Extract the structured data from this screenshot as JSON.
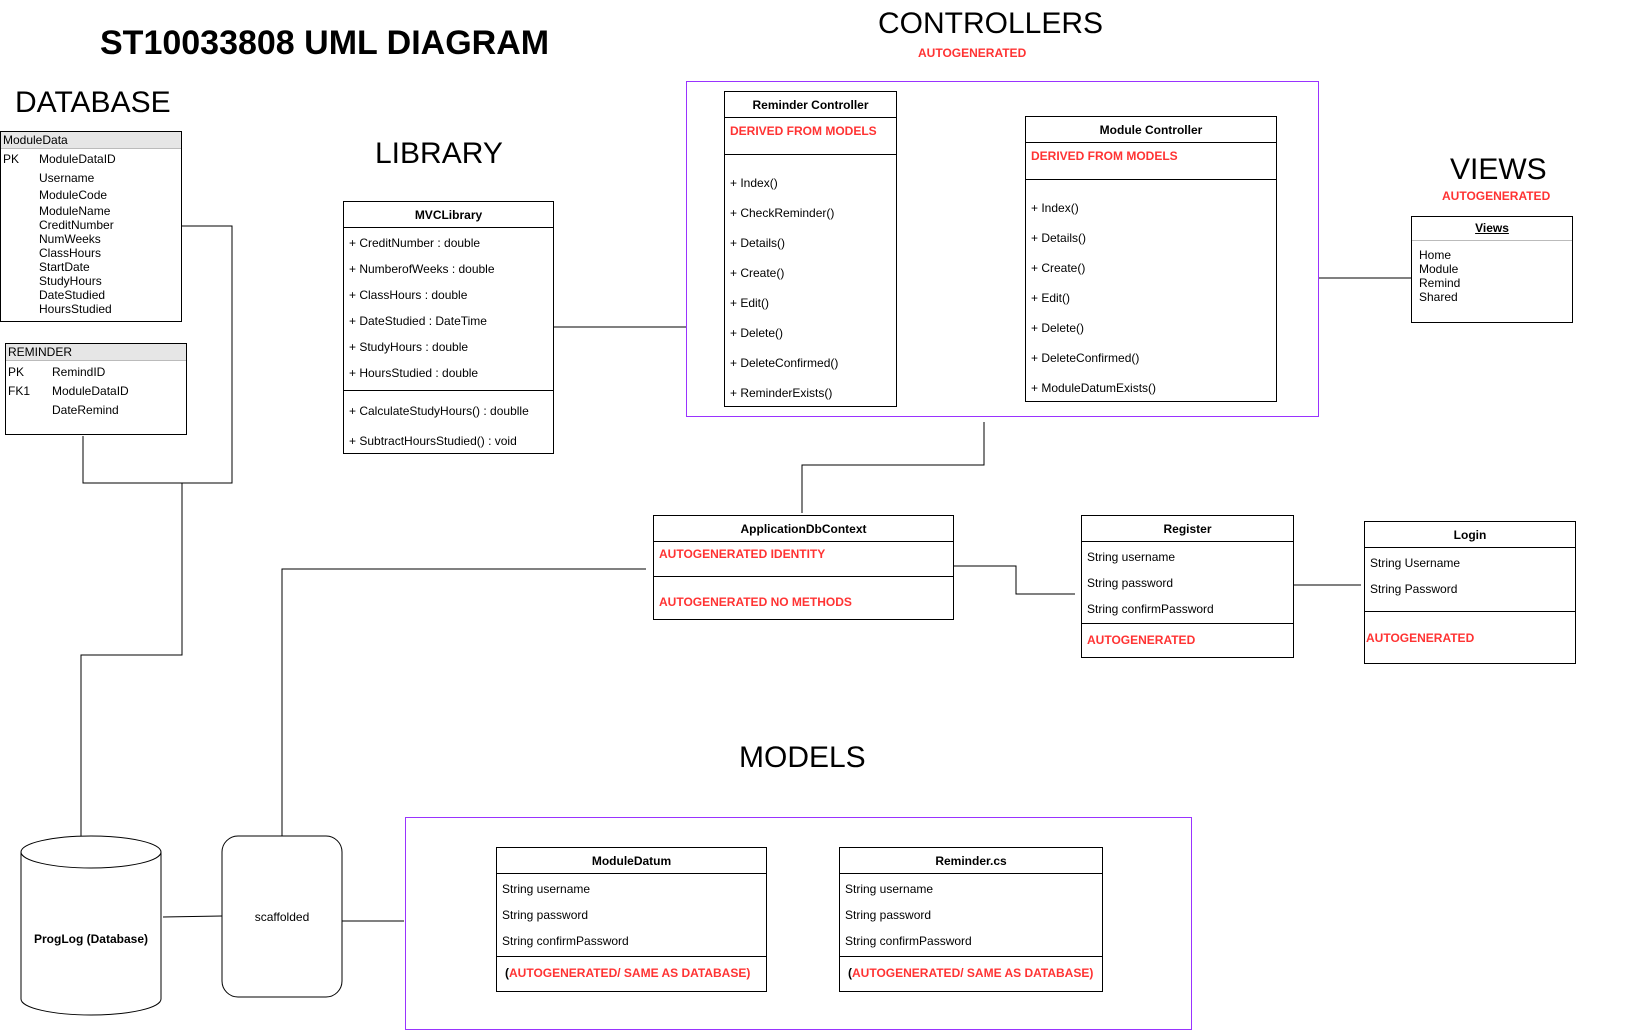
{
  "title": "ST10033808 UML DIAGRAM",
  "sections": {
    "database": "DATABASE",
    "library": "LIBRARY",
    "controllers": "CONTROLLERS",
    "controllers_note": "AUTOGENERATED",
    "views": "VIEWS",
    "views_note": "AUTOGENERATED",
    "models": "MODELS"
  },
  "module_data_table": {
    "name": "ModuleData",
    "rows": [
      {
        "key": "PK",
        "field": "ModuleDataID"
      },
      {
        "key": "",
        "field": "Username"
      },
      {
        "key": "",
        "field": "ModuleCode"
      },
      {
        "key": "",
        "field": "ModuleName"
      },
      {
        "key": "",
        "field": "CreditNumber"
      },
      {
        "key": "",
        "field": "NumWeeks"
      },
      {
        "key": "",
        "field": "ClassHours"
      },
      {
        "key": "",
        "field": "StartDate"
      },
      {
        "key": "",
        "field": "StudyHours"
      },
      {
        "key": "",
        "field": "DateStudied"
      },
      {
        "key": "",
        "field": "HoursStudied"
      }
    ]
  },
  "reminder_table": {
    "name": "REMINDER",
    "rows": [
      {
        "key": "PK",
        "field": "RemindID"
      },
      {
        "key": "FK1",
        "field": "ModuleDataID"
      },
      {
        "key": "",
        "field": "DateRemind"
      }
    ]
  },
  "mvc_library": {
    "name": "MVCLibrary",
    "attributes": [
      "+ CreditNumber : double",
      "+ NumberofWeeks : double",
      "+ ClassHours : double",
      "+ DateStudied : DateTime",
      "+ StudyHours : double",
      "+ HoursStudied : double"
    ],
    "methods": [
      "+ CalculateStudyHours() : doublle",
      "+ SubtractHoursStudied() : void"
    ]
  },
  "reminder_controller": {
    "name": "Reminder Controller",
    "note": "DERIVED FROM MODELS",
    "methods": [
      "+ Index()",
      "+ CheckReminder()",
      "+  Details()",
      "+ Create()",
      "+ Edit()",
      "+ Delete()",
      "+ DeleteConfirmed()",
      "+ ReminderExists()"
    ]
  },
  "module_controller": {
    "name": "Module Controller",
    "note": "DERIVED FROM MODELS",
    "methods": [
      "+ Index()",
      "+  Details()",
      "+ Create()",
      "+ Edit()",
      "+ Delete()",
      "+ DeleteConfirmed()",
      "+ ModuleDatumExists()"
    ]
  },
  "views_box": {
    "name": "Views",
    "items": [
      "Home",
      "Module",
      "Remind",
      "Shared"
    ]
  },
  "app_db_context": {
    "name": "ApplicationDbContext",
    "attributes_note": "AUTOGENERATED IDENTITY",
    "methods_note": "AUTOGENERATED NO METHODS"
  },
  "register": {
    "name": "Register",
    "attributes": [
      "String username",
      "String password",
      "String confirmPassword"
    ],
    "note": "AUTOGENERATED"
  },
  "login": {
    "name": "Login",
    "attributes": [
      "String Username",
      "String Password"
    ],
    "note": "AUTOGENERATED"
  },
  "module_datum": {
    "name": "ModuleDatum",
    "attributes": [
      "String username",
      "String password",
      "String confirmPassword"
    ],
    "note_prefix": "(",
    "note": "AUTOGENERATED/ SAME AS DATABASE)"
  },
  "reminder_cs": {
    "name": "Reminder.cs",
    "attributes": [
      "String username",
      "String password",
      "String confirmPassword"
    ],
    "note_prefix": "(",
    "note": "AUTOGENERATED/ SAME AS DATABASE)"
  },
  "database_node": "ProgLog (Database)",
  "scaffolded_node": "scaffolded",
  "colors": {
    "note_red": "#ff3333",
    "group_border": "#9933ff",
    "table_header": "#e6e6e6"
  }
}
